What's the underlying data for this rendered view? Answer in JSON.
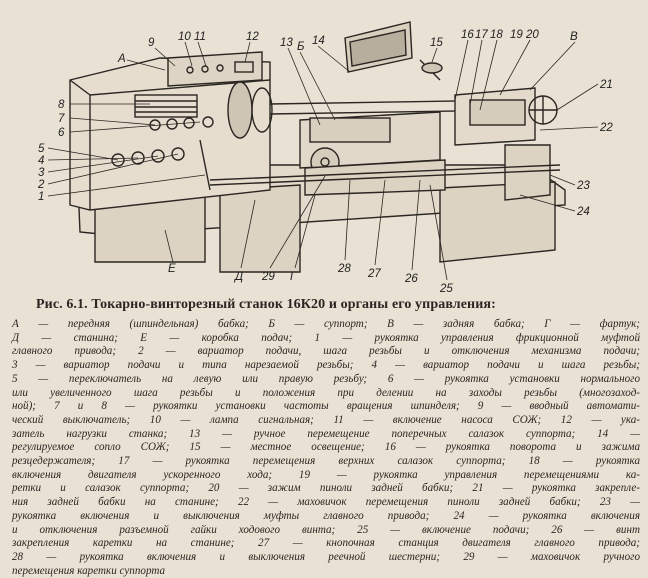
{
  "figure": {
    "callouts": {
      "left": [
        "8",
        "7",
        "6",
        "5",
        "4",
        "3",
        "2",
        "1"
      ],
      "top": [
        "9",
        "10",
        "11",
        "12",
        "13",
        "Б",
        "14",
        "15",
        "16",
        "17",
        "18",
        "19",
        "20",
        "В"
      ],
      "right": [
        "21",
        "22",
        "23",
        "24"
      ],
      "bottom": [
        "Д",
        "29",
        "Г",
        "28",
        "27",
        "26",
        "25"
      ],
      "letters": {
        "a": "А",
        "e": "Е"
      }
    }
  },
  "caption": "Рис. 6.1. Токарно-винторезный станок 16К20 и органы его управления:",
  "legend_lines": [
    "А — передняя (шпиндельная) бабка; Б — суппорт; В — задняя бабка; Г — фартук;",
    "Д — станина; Е — коробка подач; 1 — рукоятка управления фрикционной муфтой",
    "главного привода; 2 — вариатор подачи, шага резьбы и отключения механизма подачи;",
    "3 — вариатор подачи и типа нарезаемой резьбы; 4 — вариатор подачи и шага резьбы;",
    "5 — переключатель на левую или правую резьбу; 6 — рукоятка установки нормального",
    "или увеличенного шага резьбы и положения при делении на заходы резьбы (многозаход-",
    "ной); 7 и 8 — рукоятки установки частоты вращения шпинделя; 9 — вводный автомати-",
    "ческий выключатель; 10 — лампа сигнальная; 11 — включение насоса СОЖ; 12 — ука-",
    "затель нагрузки станка; 13 — ручное перемещение поперечных салазок суппорта; 14 —",
    "регулируемое сопло СОЖ; 15 — местное освещение; 16 — рукоятка поворота и зажима",
    "резцедержателя; 17 — рукоятка перемещения верхних салазок суппорта; 18 — рукоятка",
    "включения двигателя ускоренного хода; 19 — рукоятка управления перемещениями ка-",
    "ретки и салазок суппорта; 20 — зажим пиноли задней бабки; 21 — рукоятка закрепле-",
    "ния задней бабки на станине; 22 — маховичок перемещения пиноли задней бабки; 23 —",
    "рукоятка включения и выключения муфты главного привода; 24 — рукоятка включения",
    "и отключения разъемной гайки ходового винта; 25 — включение подачи; 26 — винт",
    "закрепления каретки на станине; 27 — кнопочная станция двигателя главного привода;",
    "28 — рукоятка включения и выключения реечной шестерни; 29 — маховичок ручного",
    "перемещения каретки суппорта"
  ]
}
